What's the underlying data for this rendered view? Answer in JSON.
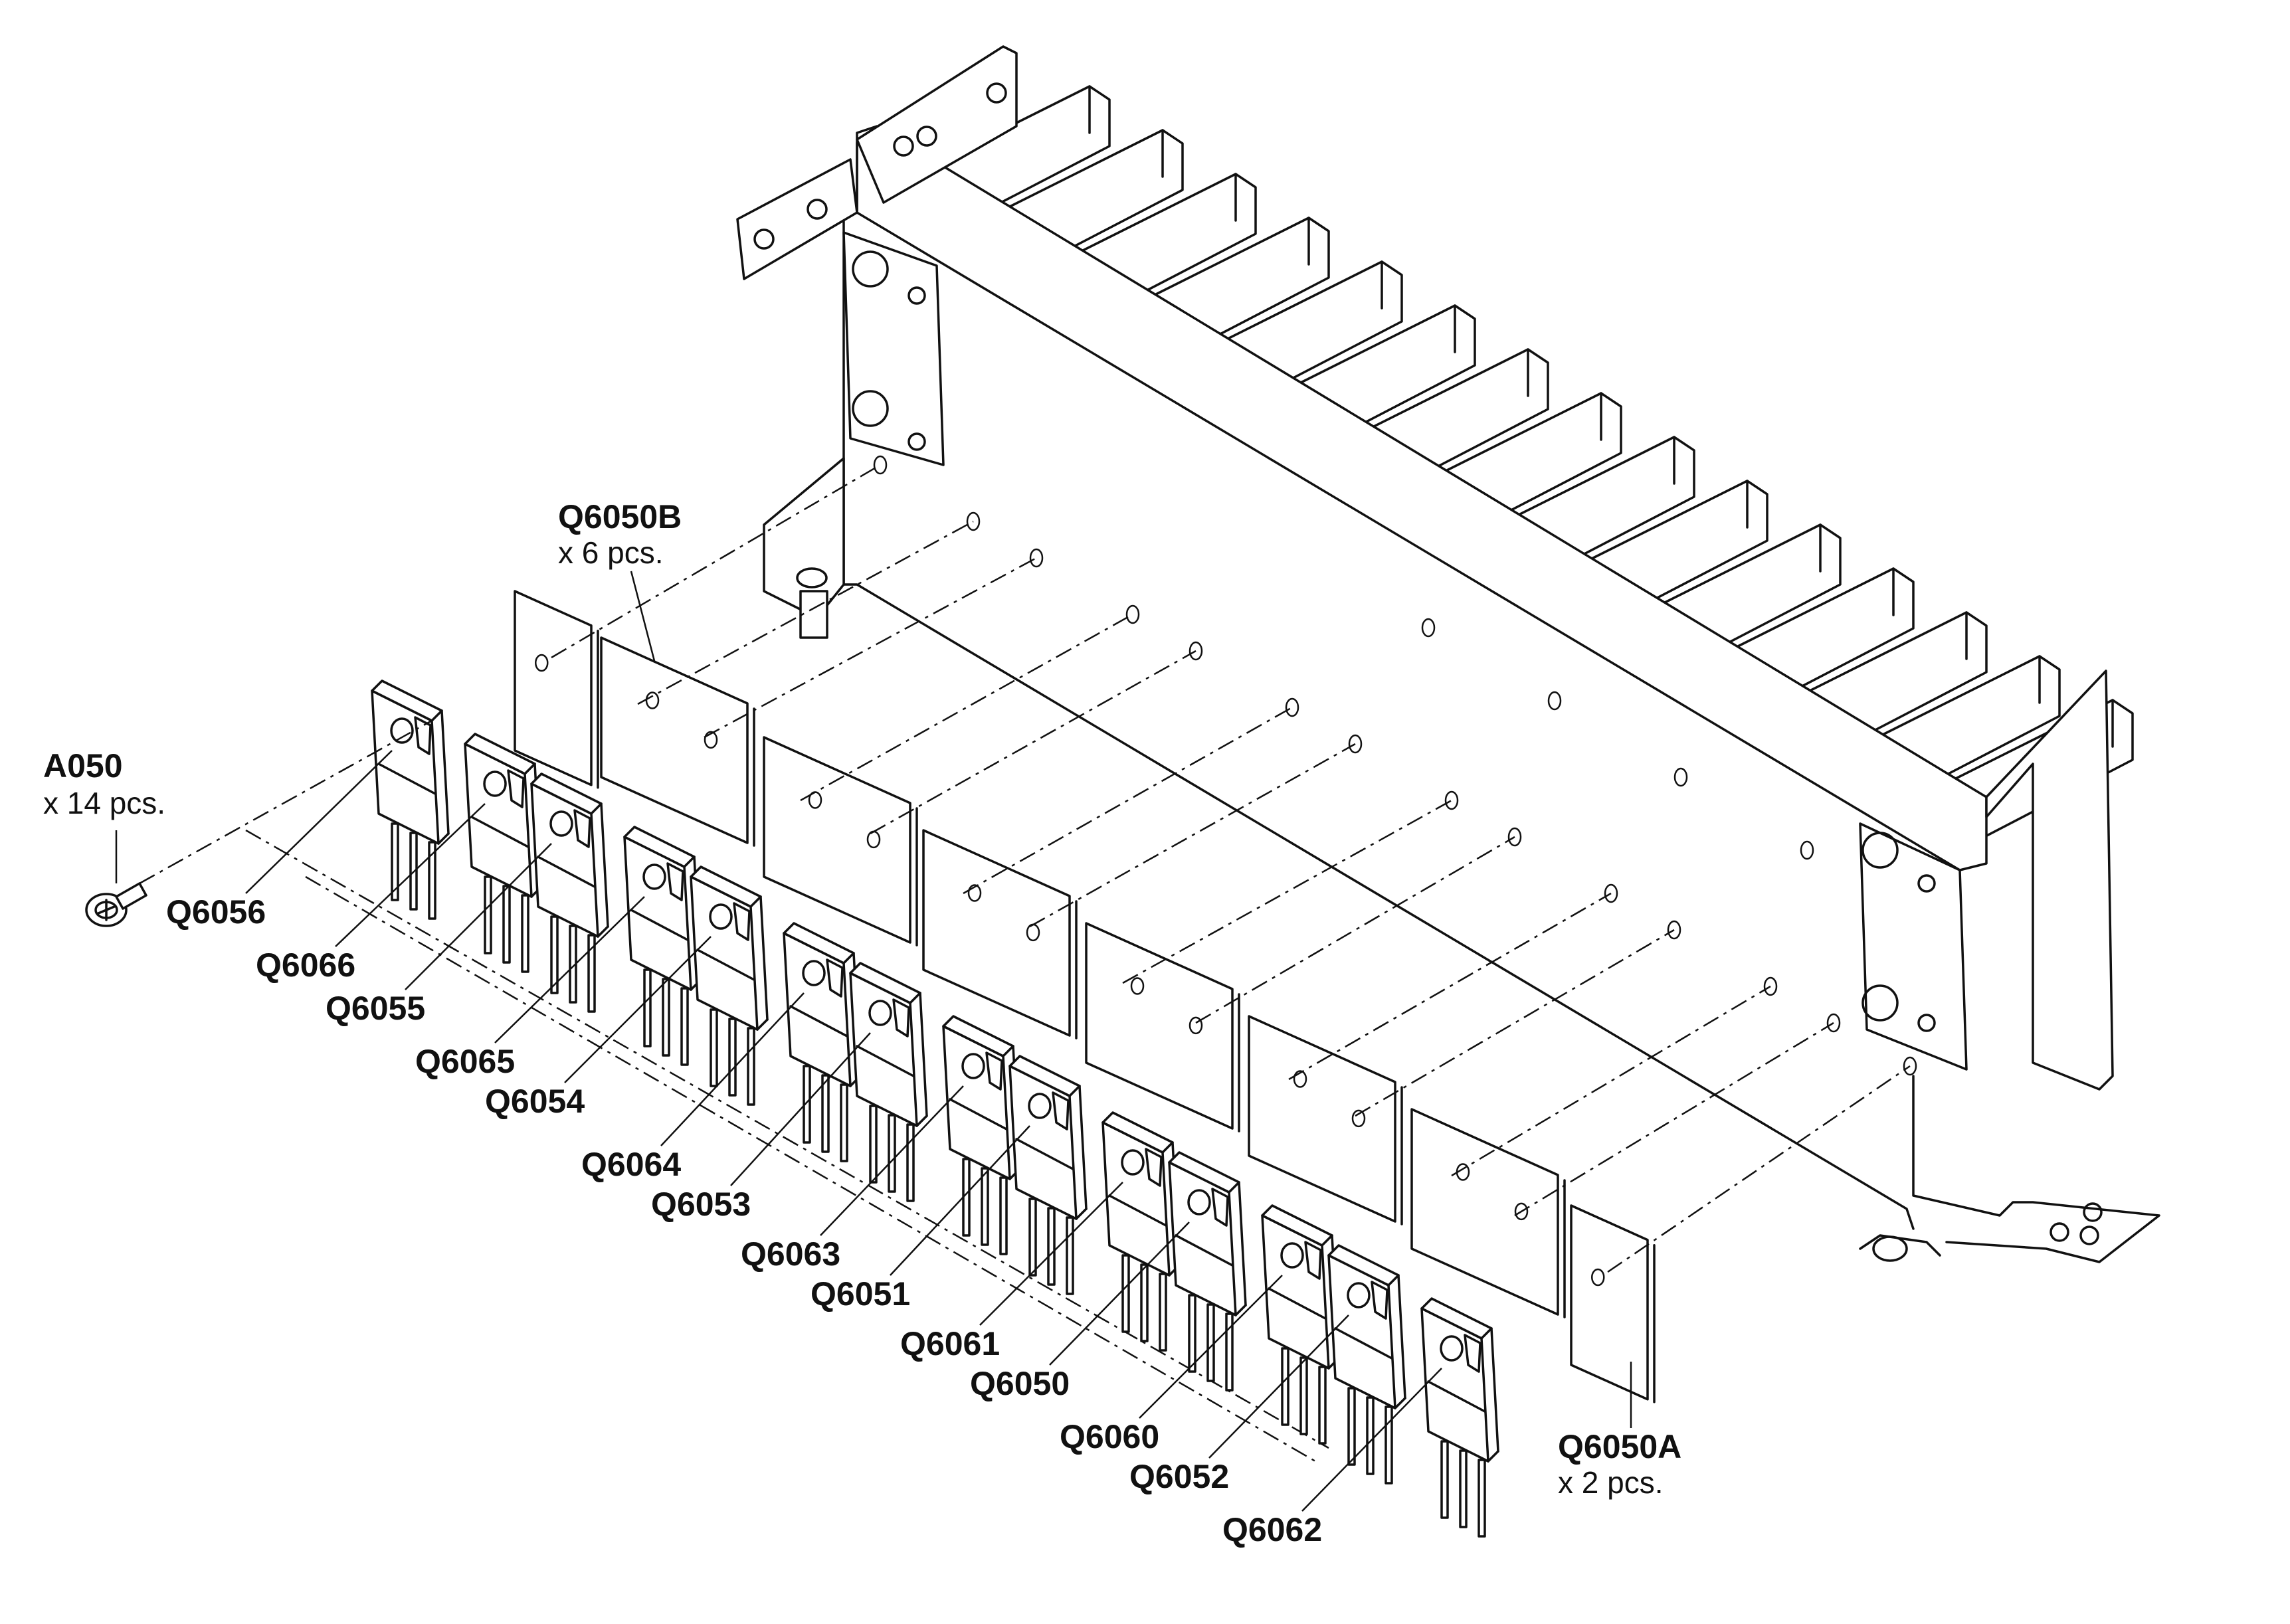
{
  "screw": {
    "part": "A050",
    "qty": "x 14 pcs."
  },
  "insulator_b": {
    "part": "Q6050B",
    "qty": "x 6 pcs."
  },
  "insulator_a": {
    "part": "Q6050A",
    "qty": "x 2 pcs."
  },
  "transistors": [
    "Q6056",
    "Q6066",
    "Q6055",
    "Q6065",
    "Q6054",
    "Q6064",
    "Q6053",
    "Q6063",
    "Q6051",
    "Q6061",
    "Q6050",
    "Q6060",
    "Q6052",
    "Q6062"
  ]
}
